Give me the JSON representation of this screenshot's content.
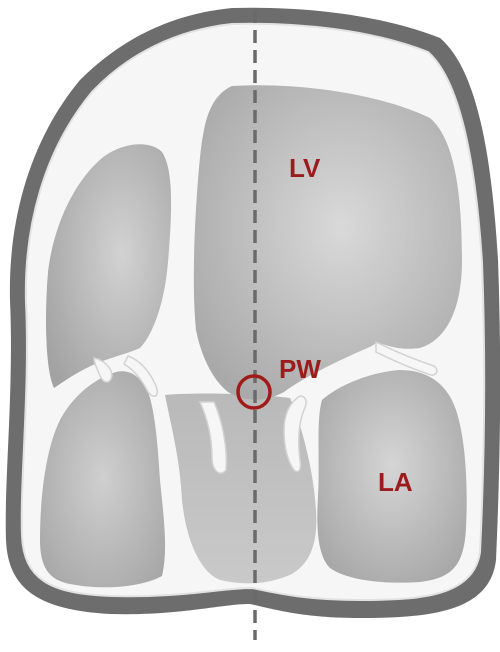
{
  "diagram": {
    "labels": {
      "lv": "LV",
      "pw": "PW",
      "la": "LA"
    },
    "colors": {
      "label": "#9b1c1c",
      "marker": "#a01a1a",
      "outline": "#6d6d6d",
      "wall": "#ffffff",
      "chamber": "#b9b9b9",
      "chamber_light": "#d6d6d6",
      "guide_line": "#6a6a6a"
    }
  }
}
